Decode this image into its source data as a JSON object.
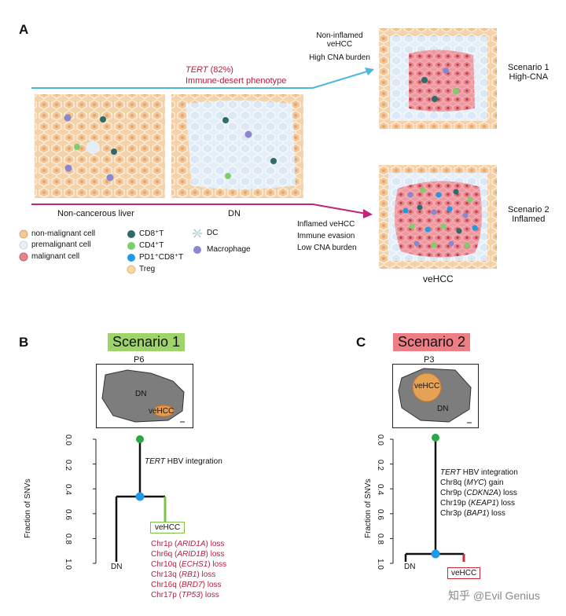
{
  "panelA": {
    "letter": "A",
    "arrow_top": {
      "gene": "TERT",
      "pct": " (82%)",
      "phenotype": "Immune-desert phenotype"
    },
    "noninflamed": [
      "Non-inflamed",
      "veHCC",
      "High CNA burden"
    ],
    "inflamed": [
      "Inflamed veHCC",
      "Immune evasion",
      "Low CNA burden"
    ],
    "scenario1": [
      "Scenario 1",
      "High-CNA"
    ],
    "scenario2": [
      "Scenario 2",
      "Inflamed"
    ],
    "label_liver": "Non-cancerous liver",
    "label_dn": "DN",
    "label_vehcc": "veHCC",
    "legend": {
      "nonmalignant": "non-malignant cell",
      "premalignant": "premalignant cell",
      "malignant": "malignant cell",
      "cd8": "CD8⁺T",
      "cd4": "CD4⁺T",
      "pd1": "PD1⁺CD8⁺T",
      "treg": "Treg",
      "dc": "DC",
      "macrophage": "Macrophage"
    },
    "colors": {
      "nonmalignant": "#f3c99a",
      "premalignant": "#dce9f5",
      "malignant": "#e8868f",
      "cd8": "#2f6b6b",
      "cd4": "#7ccf6a",
      "pd1": "#1e9be8",
      "treg": "#f7d9a3",
      "dc": "#cfe3e6",
      "macrophage": "#8a87cf",
      "arrow_blue": "#4bb7dd",
      "arrow_pink": "#c2247a"
    }
  },
  "panelB": {
    "letter": "B",
    "scenario": "Scenario 1",
    "badge_color": "#9fd46a",
    "patient": "P6",
    "inset_dn": "DN",
    "inset_vehcc": "veHCC",
    "ylabel": "Fraction of SNVs",
    "yticks": [
      "0.0",
      "0.2",
      "0.4",
      "0.6",
      "0.8",
      "1.0"
    ],
    "event_gene": "TERT",
    "event_rest": " HBV integration",
    "leaf_dn": "DN",
    "leaf_vehcc": "veHCC",
    "losses": [
      [
        "Chr1p (",
        "ARID1A",
        ") loss"
      ],
      [
        "Chr6q (",
        "ARID1B",
        ") loss"
      ],
      [
        "Chr10q (",
        "ECHS1",
        ") loss"
      ],
      [
        "Chr13q (",
        "RB1",
        ") loss"
      ],
      [
        "Chr16q (",
        "BRD7",
        ") loss"
      ],
      [
        "Chr17p (",
        "TP53",
        ") loss"
      ]
    ]
  },
  "panelC": {
    "letter": "C",
    "scenario": "Scenario 2",
    "badge_color": "#ee7e86",
    "patient": "P3",
    "inset_dn": "DN",
    "inset_vehcc": "veHCC",
    "ylabel": "Fraction of SNVs",
    "yticks": [
      "0.0",
      "0.2",
      "0.4",
      "0.6",
      "0.8",
      "1.0"
    ],
    "event_gene": "TERT",
    "event_rest": " HBV integration",
    "events": [
      [
        "Chr8q (",
        "MYC",
        ") gain"
      ],
      [
        "Chr9p (",
        "CDKN2A",
        ") loss"
      ],
      [
        "Chr19p (",
        "KEAP1",
        ") loss"
      ],
      [
        "Chr3p (",
        "BAP1",
        ") loss"
      ]
    ],
    "leaf_dn": "DN",
    "leaf_vehcc": "veHCC"
  },
  "watermark": "知乎 @Evil Genius"
}
